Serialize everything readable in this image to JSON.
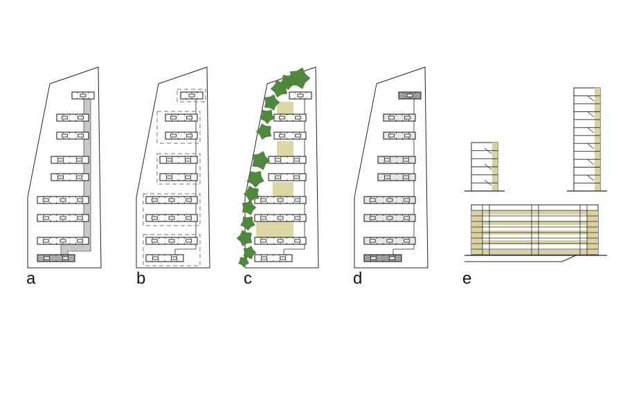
{
  "panels": [
    {
      "label": "a"
    },
    {
      "label": "b"
    },
    {
      "label": "c"
    },
    {
      "label": "d"
    },
    {
      "label": "e"
    }
  ],
  "colors": {
    "outline": "#222222",
    "circulation": "#c8c8c8",
    "building_fill_light": "#e6e6e6",
    "building_fill_dark": "#9c9c9c",
    "highlight_dark": "#a9a9a9",
    "dashed_zone": "#9e9e9e",
    "greenery": "#4f8a3c",
    "courtyard": "#ddd7a3",
    "facade_accent": "#d9d2a0"
  }
}
